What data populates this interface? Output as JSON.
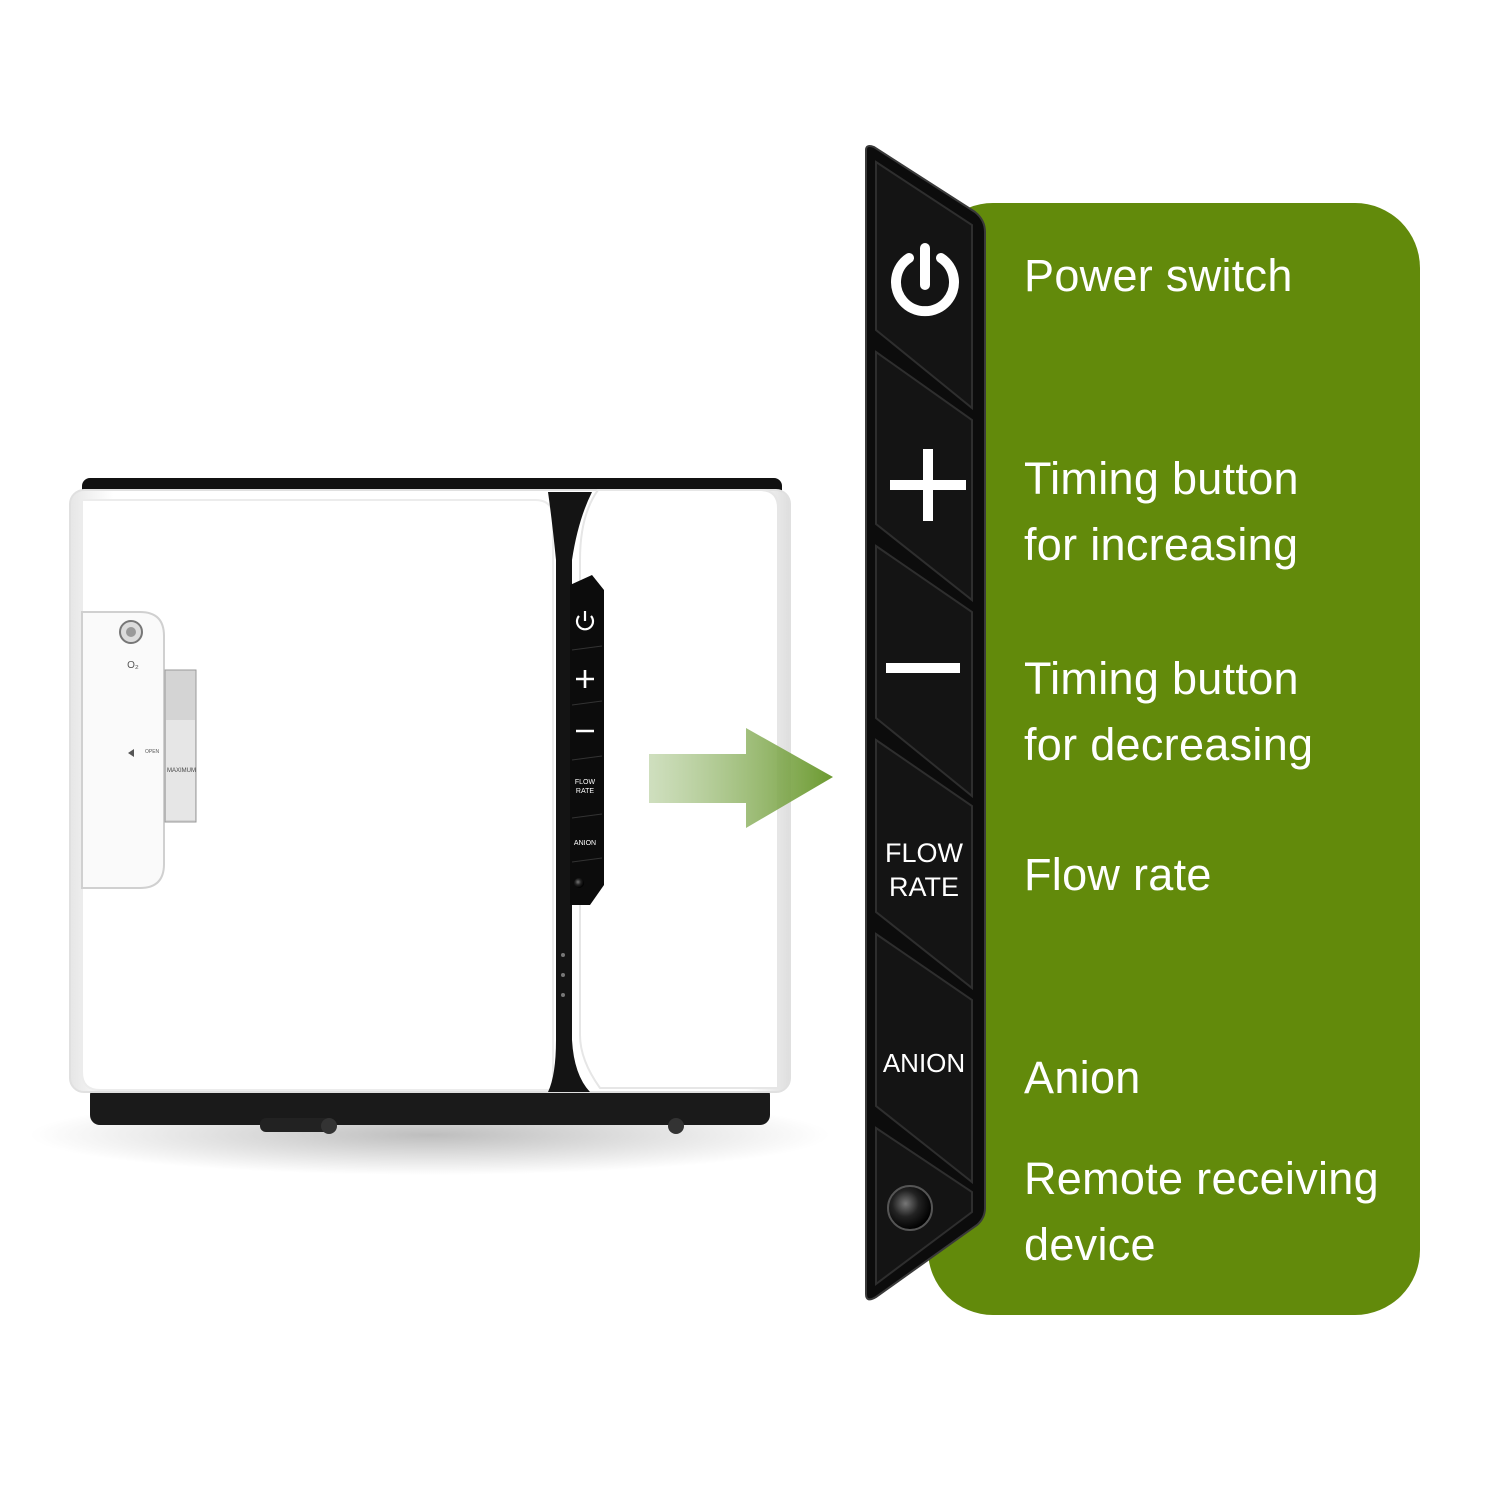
{
  "device": {
    "o2_label": "O₂",
    "open_label": "OPEN",
    "maximum_label": "MAXIMUM",
    "panel_flow_rate": "FLOW\nRATE",
    "panel_anion": "ANION"
  },
  "control_strip": {
    "flow_rate_label": "FLOW\nRATE",
    "anion_label": "ANION"
  },
  "features": [
    {
      "label": "Power switch",
      "icon": "power-icon"
    },
    {
      "label": "Timing button\nfor increasing",
      "icon": "plus-icon"
    },
    {
      "label": "Timing button\nfor decreasing",
      "icon": "minus-icon"
    },
    {
      "label": "Flow rate",
      "icon": "flow-rate-text"
    },
    {
      "label": "Anion",
      "icon": "anion-text"
    },
    {
      "label": "Remote receiving\ndevice",
      "icon": "sensor-icon"
    }
  ],
  "colors": {
    "accent_green": "#628a0b",
    "arrow_green": "#7aa344",
    "panel_black": "#0c0c0c",
    "device_white": "#ffffff"
  }
}
